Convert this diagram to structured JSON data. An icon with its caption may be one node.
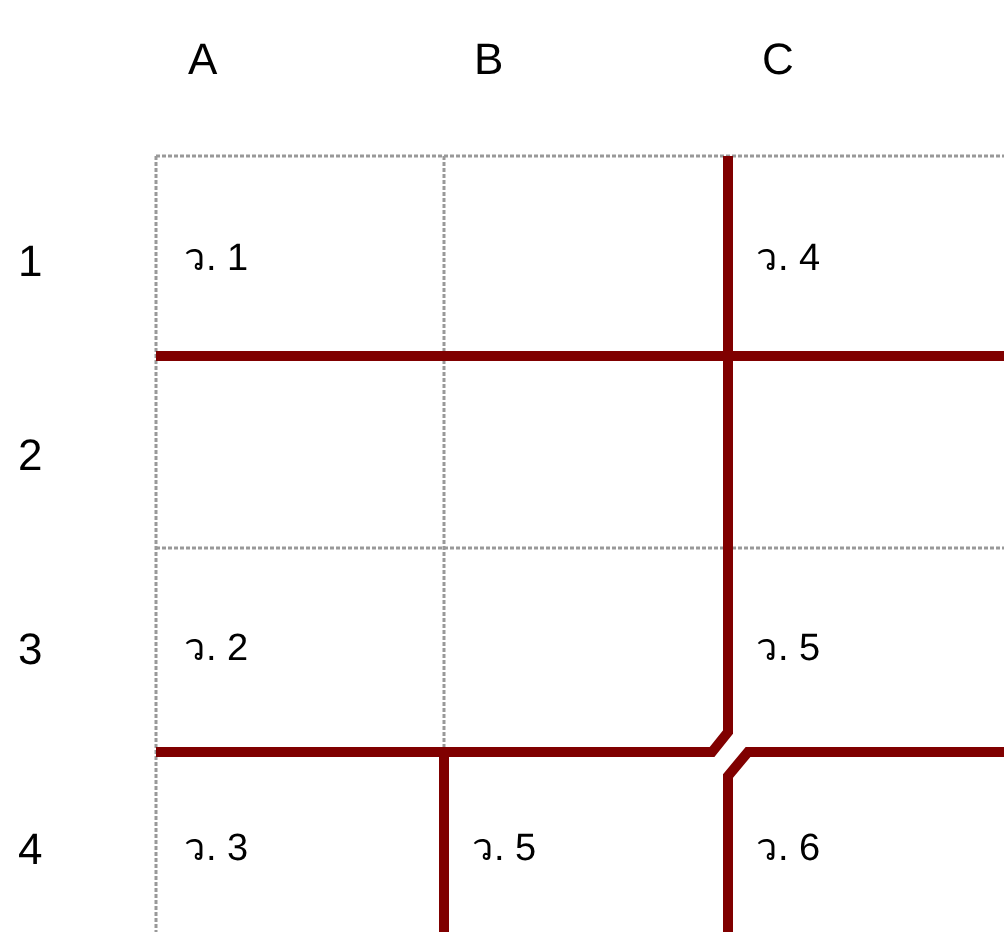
{
  "diagram": {
    "labels": [
      "A",
      "B",
      "C",
      "1",
      "ว. 1",
      "ว. 4",
      "2",
      "3",
      "ว. 2",
      "ว. 5",
      "4",
      "ว. 3",
      "ว. 5",
      "ว. 6"
    ]
  }
}
